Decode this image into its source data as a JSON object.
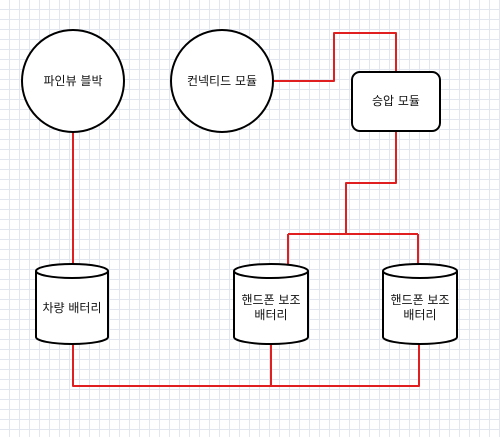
{
  "colors": {
    "node_stroke": "#000000",
    "node_fill": "#ffffff",
    "wire": "#e02020",
    "grid": "#e2e7ef"
  },
  "nodes": {
    "finebue": {
      "label": "파인뷰 블박",
      "shape": "circle"
    },
    "connected": {
      "label": "컨넥티드 모듈",
      "shape": "circle"
    },
    "boost": {
      "label": "승압 모듈",
      "shape": "rounded-rect"
    },
    "car_battery": {
      "label": "차량 배터리",
      "shape": "cylinder"
    },
    "phone_battery_1": {
      "label": "핸드폰 보조\n배터리",
      "shape": "cylinder"
    },
    "phone_battery_2": {
      "label": "핸드폰 보조\n배터리",
      "shape": "cylinder"
    }
  },
  "connections": [
    {
      "from": "finebue",
      "to": "car_battery"
    },
    {
      "from": "connected",
      "to": "boost"
    },
    {
      "from": "boost",
      "to": "phone_battery_1"
    },
    {
      "from": "boost",
      "to": "phone_battery_2"
    },
    {
      "from": "car_battery",
      "to": "phone_battery_1"
    },
    {
      "from": "phone_battery_1",
      "to": "phone_battery_2"
    }
  ]
}
